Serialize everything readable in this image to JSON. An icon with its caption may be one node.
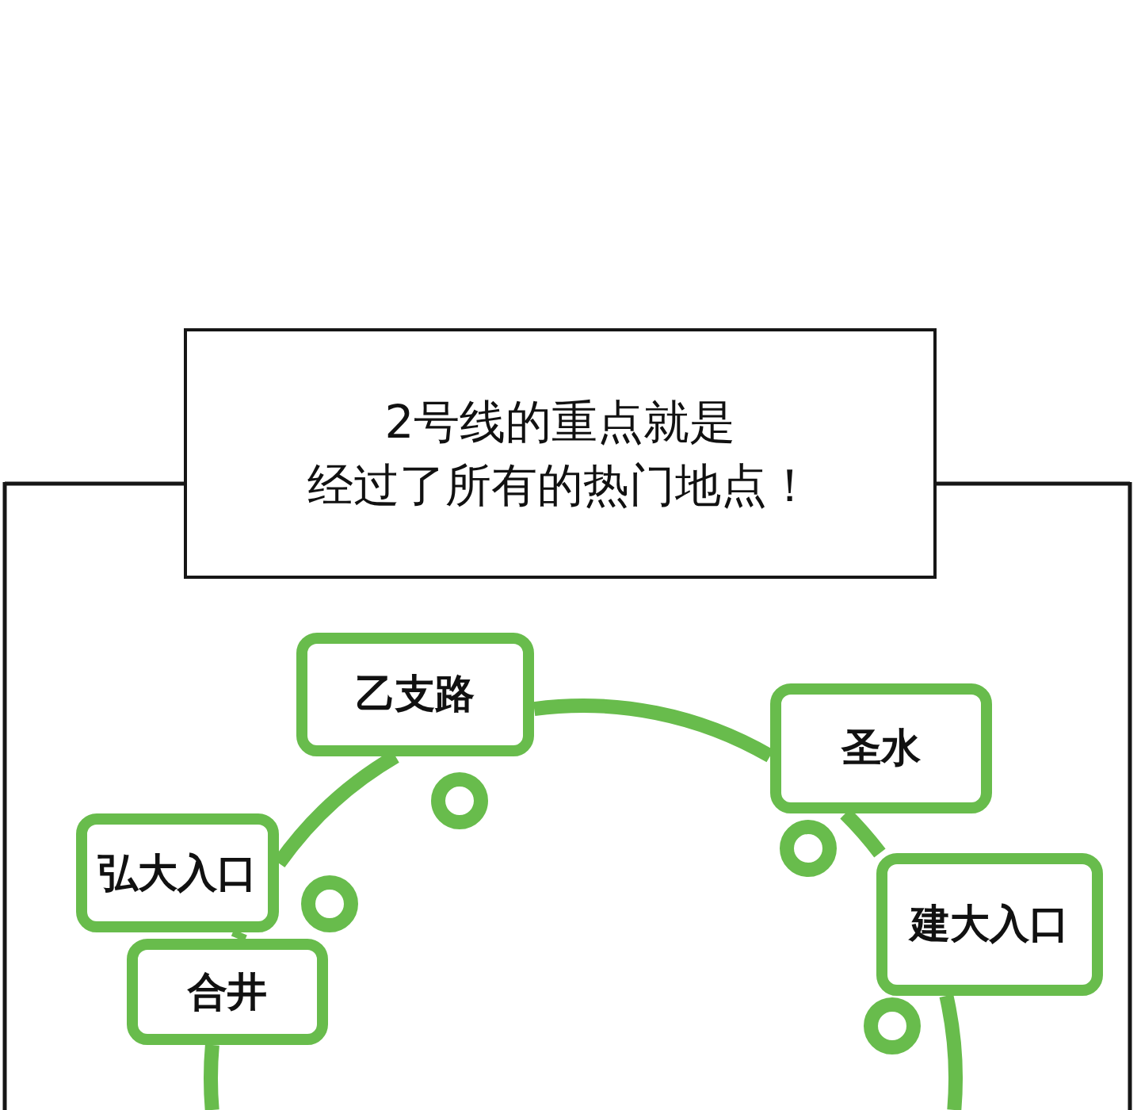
{
  "diagram": {
    "nodes": [
      {
        "text": [
          "2号线的重点就是经过了所有的热门地点！"
        ]
      },
      {
        "text": [
          "乙支路"
        ]
      },
      {
        "text": [
          "圣水"
        ]
      },
      {
        "text": [
          "弘大入口"
        ]
      },
      {
        "text": [
          "建大入口"
        ]
      },
      {
        "text": [
          "合井"
        ]
      }
    ],
    "edges": [
      {
        "from": null,
        "to": 5,
        "arrow": "none"
      },
      {
        "from": 5,
        "to": 3,
        "arrow": "none"
      },
      {
        "from": 3,
        "to": 1,
        "arrow": "none"
      },
      {
        "from": 1,
        "to": 2,
        "arrow": "none"
      },
      {
        "from": 2,
        "to": 4,
        "arrow": "none"
      },
      {
        "from": 4,
        "to": null,
        "arrow": "none"
      }
    ]
  }
}
